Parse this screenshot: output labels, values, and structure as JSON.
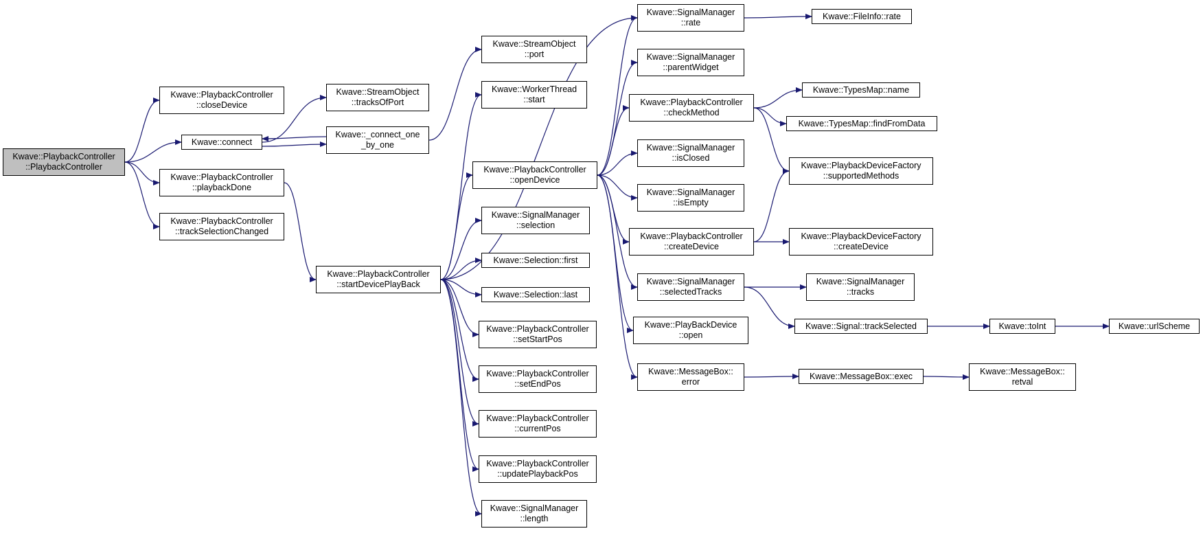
{
  "colors": {
    "edge": "#191970",
    "root_fill": "#bfbfbf",
    "node_fill": "#ffffff",
    "border": "#000000"
  },
  "nodes": {
    "root": [
      "Kwave::PlaybackController",
      "::PlaybackController"
    ],
    "closeDevice": [
      "Kwave::PlaybackController",
      "::closeDevice"
    ],
    "connect": [
      "Kwave::connect"
    ],
    "playbackDone": [
      "Kwave::PlaybackController",
      "::playbackDone"
    ],
    "trackSelectionChanged": [
      "Kwave::PlaybackController",
      "::trackSelectionChanged"
    ],
    "tracksOfPort": [
      "Kwave::StreamObject",
      "::tracksOfPort"
    ],
    "connectOneByOne": [
      "Kwave::_connect_one",
      "_by_one"
    ],
    "port": [
      "Kwave::StreamObject",
      "::port"
    ],
    "workerStart": [
      "Kwave::WorkerThread",
      "::start"
    ],
    "startDevicePlayBack": [
      "Kwave::PlaybackController",
      "::startDevicePlayBack"
    ],
    "openDevice": [
      "Kwave::PlaybackController",
      "::openDevice"
    ],
    "selection": [
      "Kwave::SignalManager",
      "::selection"
    ],
    "selFirst": [
      "Kwave::Selection::first"
    ],
    "selLast": [
      "Kwave::Selection::last"
    ],
    "setStartPos": [
      "Kwave::PlaybackController",
      "::setStartPos"
    ],
    "setEndPos": [
      "Kwave::PlaybackController",
      "::setEndPos"
    ],
    "currentPos": [
      "Kwave::PlaybackController",
      "::currentPos"
    ],
    "updatePlaybackPos": [
      "Kwave::PlaybackController",
      "::updatePlaybackPos"
    ],
    "smLength": [
      "Kwave::SignalManager",
      "::length"
    ],
    "smRate": [
      "Kwave::SignalManager",
      "::rate"
    ],
    "parentWidget": [
      "Kwave::SignalManager",
      "::parentWidget"
    ],
    "checkMethod": [
      "Kwave::PlaybackController",
      "::checkMethod"
    ],
    "isClosed": [
      "Kwave::SignalManager",
      "::isClosed"
    ],
    "isEmpty": [
      "Kwave::SignalManager",
      "::isEmpty"
    ],
    "createDevice": [
      "Kwave::PlaybackController",
      "::createDevice"
    ],
    "selectedTracks": [
      "Kwave::SignalManager",
      "::selectedTracks"
    ],
    "pbOpen": [
      "Kwave::PlayBackDevice",
      "::open"
    ],
    "mbError": [
      "Kwave::MessageBox::",
      "error"
    ],
    "fiRate": [
      "Kwave::FileInfo::rate"
    ],
    "tmName": [
      "Kwave::TypesMap::name"
    ],
    "tmFind": [
      "Kwave::TypesMap::findFromData"
    ],
    "supportedMethods": [
      "Kwave::PlaybackDeviceFactory",
      "::supportedMethods"
    ],
    "pdfCreateDevice": [
      "Kwave::PlaybackDeviceFactory",
      "::createDevice"
    ],
    "smTracks": [
      "Kwave::SignalManager",
      "::tracks"
    ],
    "trackSelected": [
      "Kwave::Signal::trackSelected"
    ],
    "mbExec": [
      "Kwave::MessageBox::exec"
    ],
    "toInt": [
      "Kwave::toInt"
    ],
    "urlScheme": [
      "Kwave::urlScheme"
    ],
    "retval": [
      "Kwave::MessageBox::",
      "retval"
    ]
  },
  "edges": [
    [
      "root",
      "closeDevice"
    ],
    [
      "root",
      "connect"
    ],
    [
      "root",
      "playbackDone"
    ],
    [
      "root",
      "trackSelectionChanged"
    ],
    [
      "connect",
      "tracksOfPort"
    ],
    [
      "connect",
      "connectOneByOne"
    ],
    [
      "connectOneByOne",
      "connect"
    ],
    [
      "connectOneByOne",
      "port"
    ],
    [
      "playbackDone",
      "startDevicePlayBack"
    ],
    [
      "startDevicePlayBack",
      "workerStart"
    ],
    [
      "startDevicePlayBack",
      "openDevice"
    ],
    [
      "startDevicePlayBack",
      "smRate"
    ],
    [
      "startDevicePlayBack",
      "selection"
    ],
    [
      "startDevicePlayBack",
      "selFirst"
    ],
    [
      "startDevicePlayBack",
      "selLast"
    ],
    [
      "startDevicePlayBack",
      "setStartPos"
    ],
    [
      "startDevicePlayBack",
      "setEndPos"
    ],
    [
      "startDevicePlayBack",
      "currentPos"
    ],
    [
      "startDevicePlayBack",
      "updatePlaybackPos"
    ],
    [
      "startDevicePlayBack",
      "smLength"
    ],
    [
      "openDevice",
      "smRate"
    ],
    [
      "openDevice",
      "parentWidget"
    ],
    [
      "openDevice",
      "checkMethod"
    ],
    [
      "openDevice",
      "isClosed"
    ],
    [
      "openDevice",
      "isEmpty"
    ],
    [
      "openDevice",
      "createDevice"
    ],
    [
      "openDevice",
      "selectedTracks"
    ],
    [
      "openDevice",
      "pbOpen"
    ],
    [
      "openDevice",
      "mbError"
    ],
    [
      "smRate",
      "fiRate"
    ],
    [
      "checkMethod",
      "tmName"
    ],
    [
      "checkMethod",
      "tmFind"
    ],
    [
      "checkMethod",
      "supportedMethods"
    ],
    [
      "createDevice",
      "supportedMethods"
    ],
    [
      "createDevice",
      "pdfCreateDevice"
    ],
    [
      "selectedTracks",
      "smTracks"
    ],
    [
      "selectedTracks",
      "trackSelected"
    ],
    [
      "trackSelected",
      "toInt"
    ],
    [
      "toInt",
      "urlScheme"
    ],
    [
      "mbError",
      "mbExec"
    ],
    [
      "mbExec",
      "retval"
    ]
  ]
}
